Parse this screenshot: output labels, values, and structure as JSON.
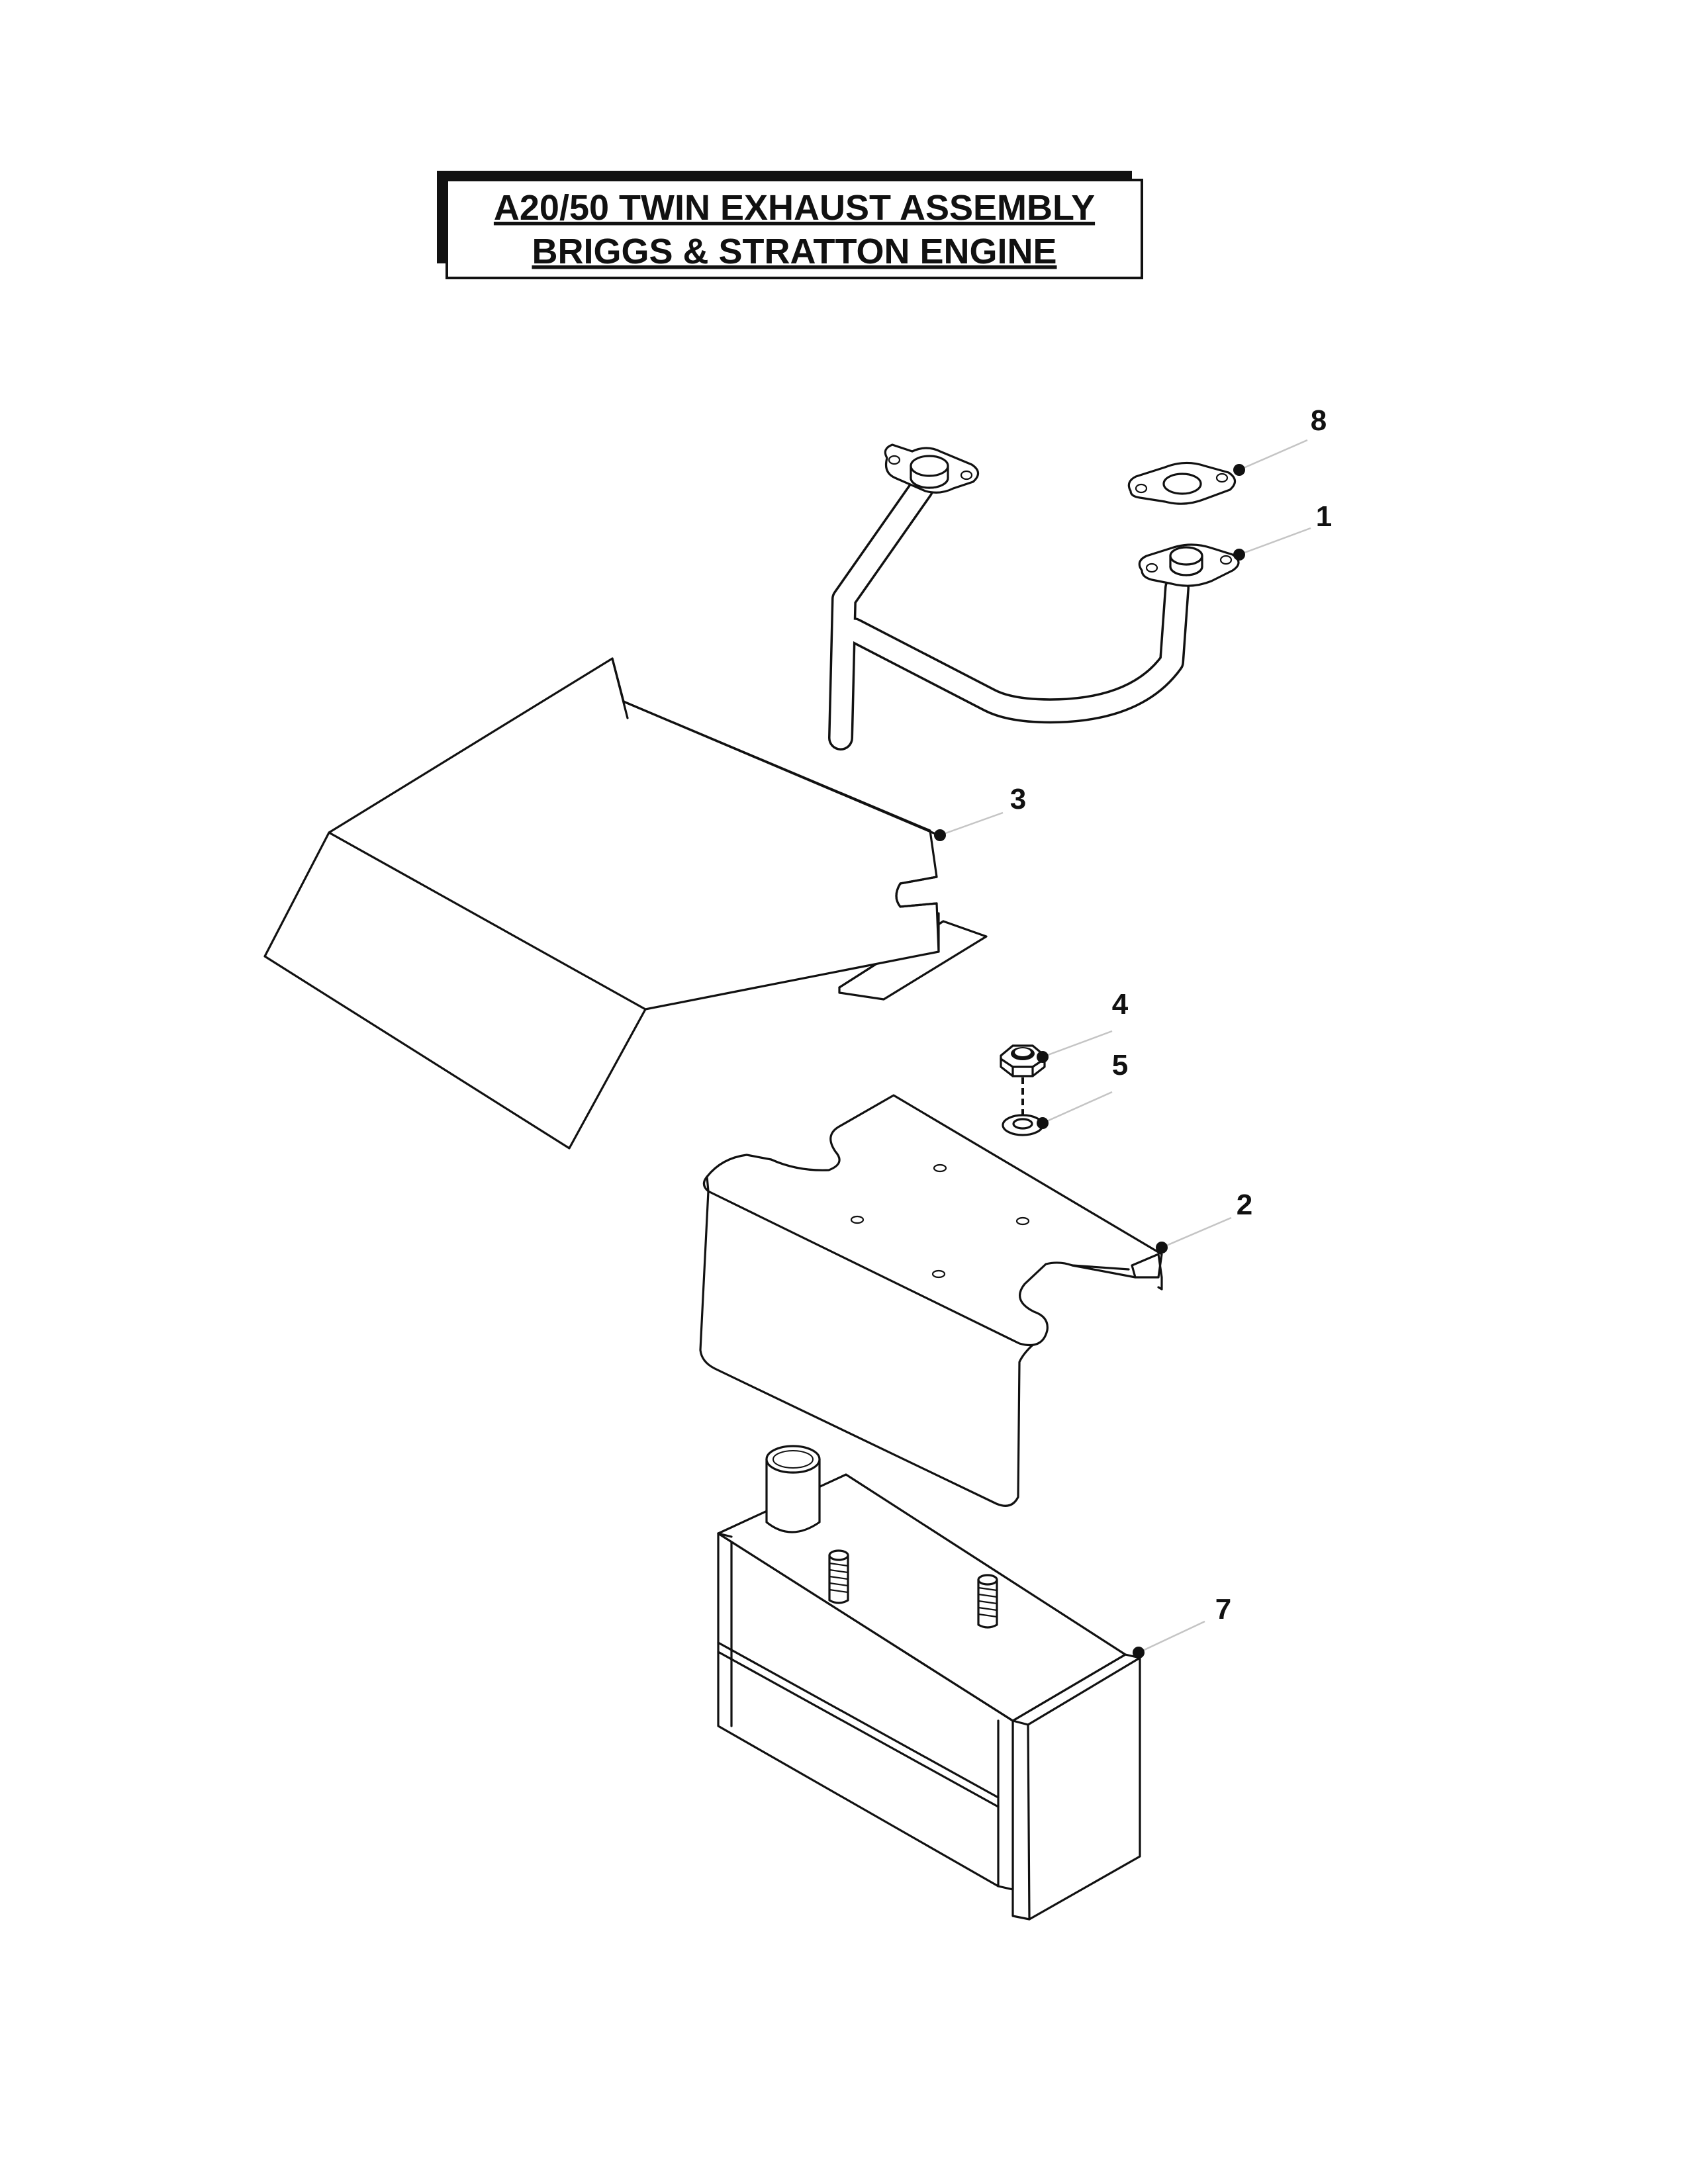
{
  "title": {
    "line1": "A20/50 TWIN EXHAUST ASSEMBLY",
    "line2": "BRIGGS & STRATTON ENGINE"
  },
  "callouts": [
    {
      "id": "c1",
      "label": "1"
    },
    {
      "id": "c2",
      "label": "2"
    },
    {
      "id": "c3",
      "label": "3"
    },
    {
      "id": "c4",
      "label": "4"
    },
    {
      "id": "c5",
      "label": "5"
    },
    {
      "id": "c7",
      "label": "7"
    },
    {
      "id": "c8",
      "label": "8"
    }
  ],
  "colors": {
    "line": "#111111",
    "leader": "#c4c4c4",
    "background": "#ffffff"
  }
}
